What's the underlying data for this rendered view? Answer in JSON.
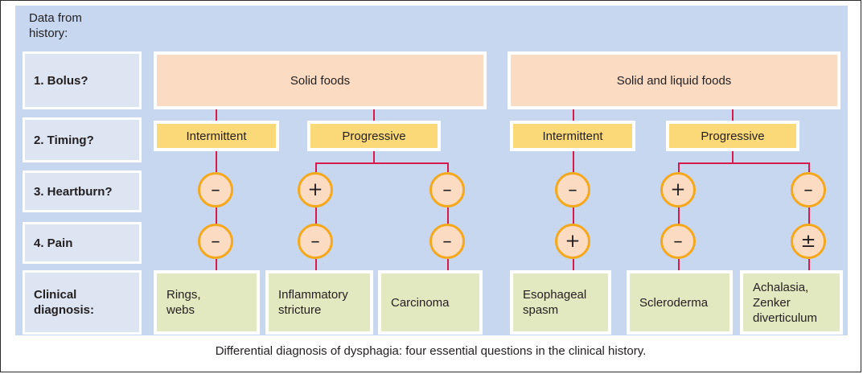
{
  "header": {
    "title": "Data from\nhistory:"
  },
  "rows": [
    {
      "label": "1. Bolus?"
    },
    {
      "label": "2. Timing?"
    },
    {
      "label": "3. Heartburn?"
    },
    {
      "label": "4. Pain"
    },
    {
      "label": "Clinical\ndiagnosis:"
    }
  ],
  "bolus": [
    {
      "text": "Solid foods"
    },
    {
      "text": "Solid and liquid foods"
    }
  ],
  "timing": [
    {
      "text": "Intermittent"
    },
    {
      "text": "Progressive"
    },
    {
      "text": "Intermittent"
    },
    {
      "text": "Progressive"
    }
  ],
  "heartburn": [
    {
      "sign": "–"
    },
    {
      "sign": "+"
    },
    {
      "sign": "–"
    },
    {
      "sign": "–"
    },
    {
      "sign": "+"
    },
    {
      "sign": "–"
    }
  ],
  "pain": [
    {
      "sign": "–"
    },
    {
      "sign": "–"
    },
    {
      "sign": "–"
    },
    {
      "sign": "+"
    },
    {
      "sign": "–"
    },
    {
      "sign": "±"
    }
  ],
  "diagnosis": [
    {
      "text": "Rings,\nwebs"
    },
    {
      "text": "Inflammatory\nstricture"
    },
    {
      "text": "Carcinoma"
    },
    {
      "text": "Esophageal\nspasm"
    },
    {
      "text": "Scleroderma"
    },
    {
      "text": "Achalasia,\nZenker\ndiverticulum"
    }
  ],
  "caption": "Differential diagnosis of dysphagia: four essential questions in the clinical history.",
  "colors": {
    "panel_background": "#c7d7ef",
    "label_box": "#dde4f2",
    "bolus_box": "#fbdcc3",
    "timing_box": "#fcd978",
    "diagnosis_box": "#e2e8c0",
    "connector_line": "#d8194b",
    "circle_border": "#f5a81c",
    "circle_fill": "#fbdcc3"
  }
}
